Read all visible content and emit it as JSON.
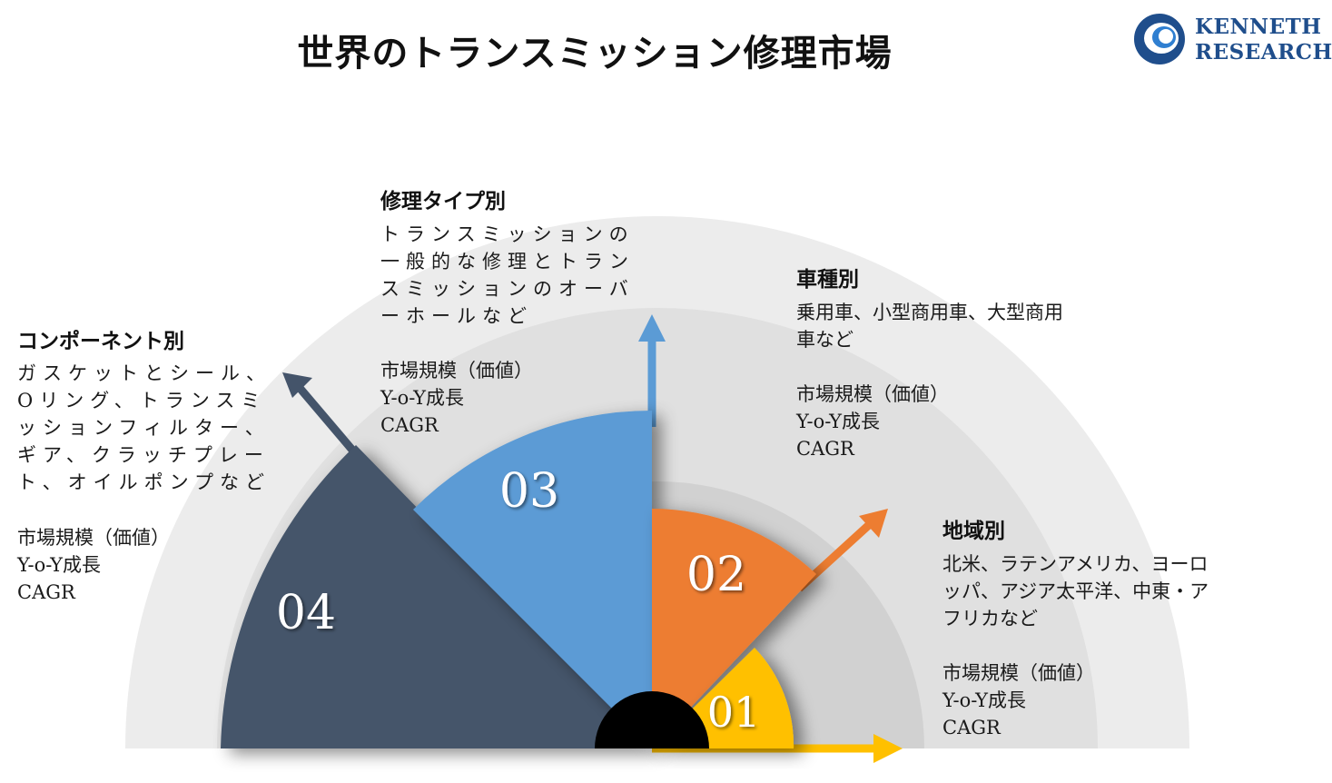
{
  "title": "世界のトランスミッション修理市場",
  "logo": {
    "line1": "KENNETH",
    "line2": "RESEARCH",
    "brand_color": "#1f4e8c"
  },
  "colors": {
    "band_outer": "#ececec",
    "band_mid": "#e0e0e0",
    "band_inner": "#d1d1d1",
    "segment_01": "#ffc000",
    "segment_02": "#ed7d31",
    "segment_03": "#5b9bd5",
    "segment_04": "#44546a",
    "hub": "#000000"
  },
  "segments": [
    {
      "number": "01",
      "label": "地域別",
      "description": "北米、ラテンアメリカ、ヨーロッパ、アジア太平洋、中東・アフリカなど",
      "metrics": [
        "市場規模（価値）",
        "Y-o-Y成長",
        "CAGR"
      ]
    },
    {
      "number": "02",
      "label": "車種別",
      "description": "乗用車、小型商用車、大型商用車など",
      "metrics": [
        "市場規模（価値）",
        "Y-o-Y成長",
        "CAGR"
      ]
    },
    {
      "number": "03",
      "label": "修理タイプ別",
      "description": "トランスミッションの一般的な修理とトランスミッションのオーバーホールなど",
      "metrics": [
        "市場規模（価値）",
        "Y-o-Y成長",
        "CAGR"
      ]
    },
    {
      "number": "04",
      "label": "コンポーネント別",
      "description": "ガスケットとシール、Oリング、トランスミッションフィルター、ギア、クラッチプレート、オイルポンプなど",
      "metrics": [
        "市場規模（価値）",
        "Y-o-Y成長",
        "CAGR"
      ]
    }
  ]
}
